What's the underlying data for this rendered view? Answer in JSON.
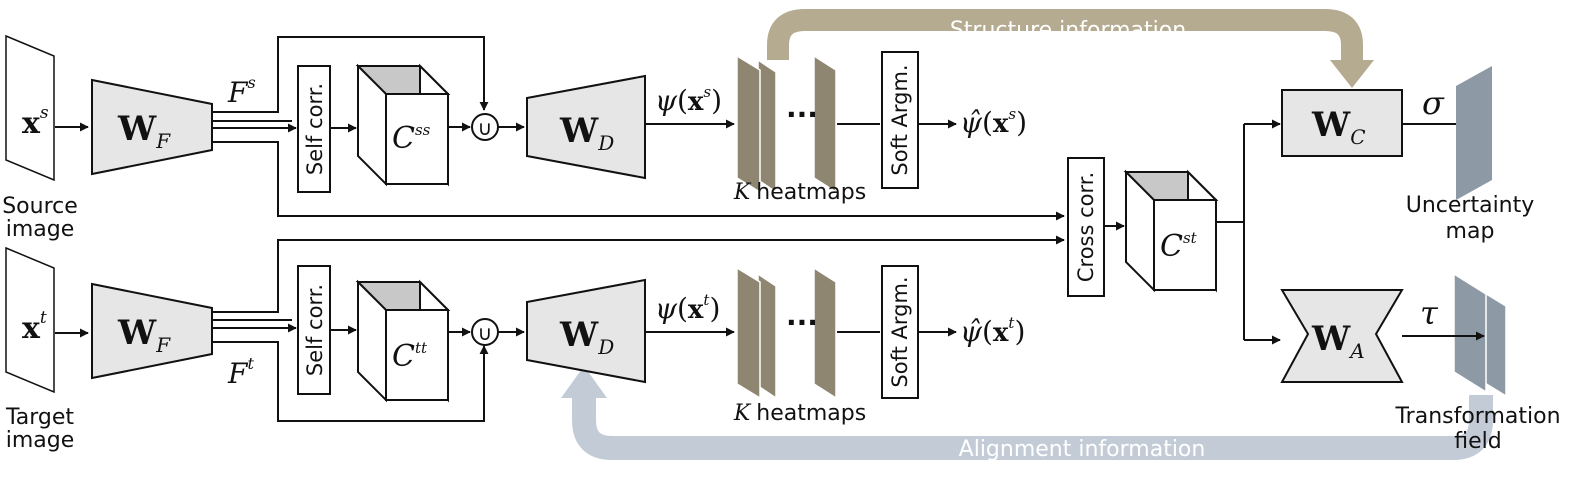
{
  "colors": {
    "structure_band": "#b5ab91",
    "alignment_band": "#c3ccd6",
    "heatmap": "#8e8670",
    "output_map": "#8e99a6",
    "module_fill": "#e6e6e6",
    "cube_top": "#c8c8c8",
    "stroke": "#111111"
  },
  "labels": {
    "source_image": "Source image",
    "target_image": "Target image",
    "self_corr": "Self corr.",
    "soft_argm": "Soft Argm.",
    "cross_corr": "Cross corr.",
    "k_heatmaps_k": "K",
    "k_heatmaps_word": "heatmaps",
    "uncertainty_map": "Uncertainty map",
    "transformation_field": "Transformation field",
    "structure_information": "Structure information",
    "alignment_information": "Alignment information",
    "ellipsis": "···",
    "union": "∪"
  },
  "math": {
    "x": "x",
    "sup_s": "s",
    "sup_t": "t",
    "W": "W",
    "sub_F": "F",
    "sub_D": "D",
    "sub_C": "C",
    "sub_A": "A",
    "F": "F",
    "C": "C",
    "sup_ss": "ss",
    "sup_tt": "tt",
    "sup_st": "st",
    "psi": "ψ",
    "psi_hat": "ψ̂",
    "lparen": "(",
    "rparen": ")",
    "sigma": "σ",
    "tau": "τ"
  }
}
